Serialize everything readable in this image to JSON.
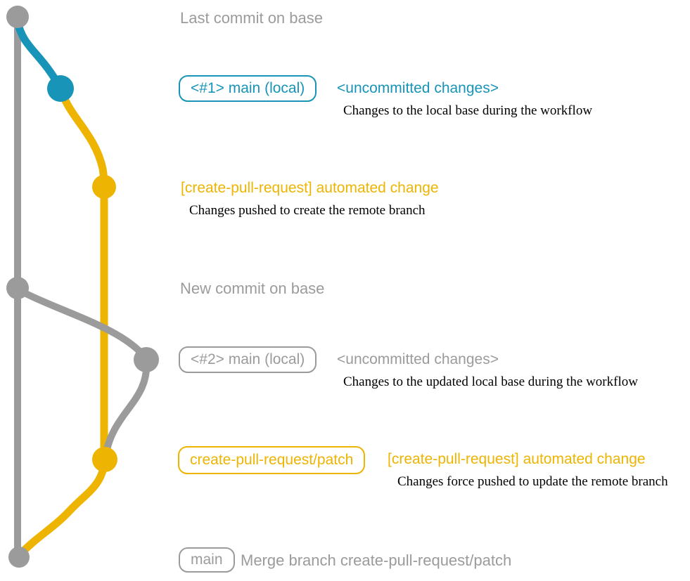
{
  "colors": {
    "gray": "#9b9b9b",
    "blue": "#1794b8",
    "yellow": "#eeb402",
    "ink": "#000000",
    "background": "#ffffff"
  },
  "diagram": {
    "events": [
      {
        "kind": "note",
        "color": "gray",
        "text": "Last commit on base"
      },
      {
        "kind": "commit",
        "color": "blue",
        "badge": "<#1> main (local)",
        "heading": "<uncommitted changes>",
        "description": "Changes to the local base during the workflow"
      },
      {
        "kind": "commit",
        "color": "yellow",
        "heading": "[create-pull-request] automated change",
        "description": "Changes pushed to create the remote branch"
      },
      {
        "kind": "note",
        "color": "gray",
        "text": "New commit on base"
      },
      {
        "kind": "commit",
        "color": "gray",
        "badge": "<#2> main (local)",
        "heading": "<uncommitted changes>",
        "description": "Changes to the updated local base during the workflow"
      },
      {
        "kind": "commit",
        "color": "yellow",
        "badge": "create-pull-request/patch",
        "heading": "[create-pull-request] automated change",
        "description": "Changes force pushed to update the remote branch"
      },
      {
        "kind": "commit",
        "color": "gray",
        "badge": "main",
        "heading": "Merge branch create-pull-request/patch"
      }
    ]
  }
}
